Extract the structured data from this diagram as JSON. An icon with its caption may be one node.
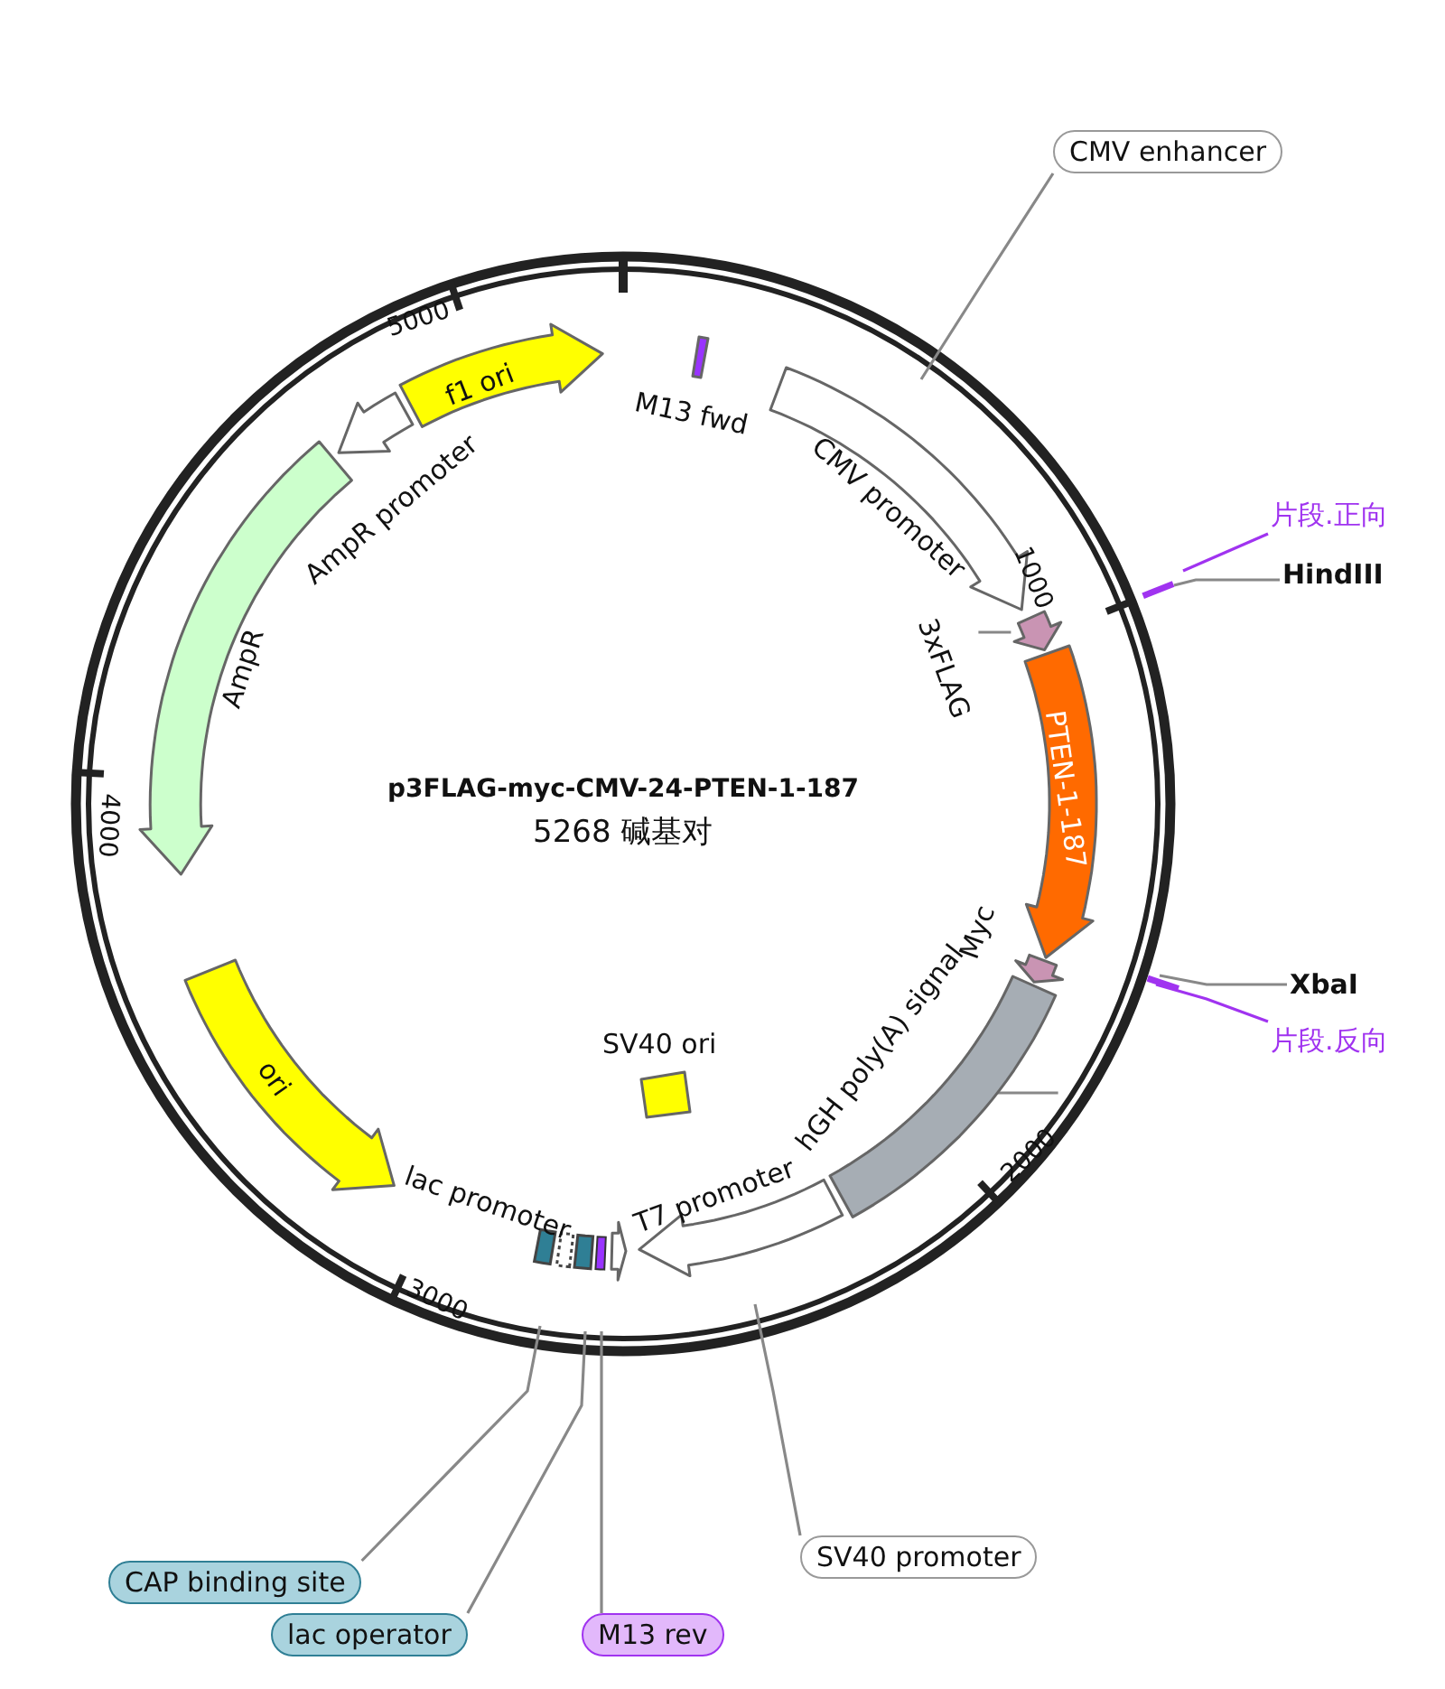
{
  "diagram": {
    "title": "p3FLAG-myc-CMV-24-PTEN-1-187",
    "nodes": [
      {
        "text": [
          "CMV enhancer"
        ]
      },
      {
        "text": [
          "M13 fwd"
        ]
      },
      {
        "text": [
          "CMV promoter"
        ]
      },
      {
        "text": [
          "3xFLAG"
        ]
      },
      {
        "text": [],
        "shape": "arrow"
      },
      {
        "text": [
          "PTEN-1-187"
        ]
      },
      {
        "text": [
          "Myc"
        ]
      },
      {
        "text": [
          "hGH poly(A) signal"
        ]
      },
      {
        "text": [],
        "shape": "bar"
      },
      {
        "text": [
          "片段.正向"
        ]
      },
      {
        "text": [
          "HindIII"
        ]
      },
      {
        "text": [
          "XbaI"
        ]
      },
      {
        "text": [
          "片段.反向"
        ]
      },
      {
        "text": [
          "T7 promoter"
        ]
      },
      {
        "text": [
          "lac promoter"
        ]
      },
      {
        "text": [
          "SV40 ori"
        ]
      },
      {
        "text": [
          "ori"
        ]
      },
      {
        "text": [
          "AmpR"
        ]
      },
      {
        "text": [
          "AmpR promoter"
        ]
      },
      {
        "text": [
          "f1 ori"
        ]
      },
      {
        "text": [
          "CAP binding site"
        ]
      },
      {
        "text": [
          "lac operator"
        ]
      },
      {
        "text": [
          "M13 rev"
        ]
      },
      {
        "text": [
          "SV40 promoter"
        ]
      }
    ],
    "edges": [
      {
        "from": 0,
        "to": null,
        "arrow": "none"
      },
      {
        "from": 3,
        "to": 4,
        "arrow": "none"
      },
      {
        "from": 7,
        "to": 8,
        "arrow": "none"
      },
      {
        "from": 9,
        "to": null,
        "arrow": "none",
        "color": "#a033f0"
      },
      {
        "from": 10,
        "to": null,
        "arrow": "none"
      },
      {
        "from": 11,
        "to": null,
        "arrow": "none"
      },
      {
        "from": 12,
        "to": null,
        "arrow": "none",
        "color": "#a033f0"
      },
      {
        "from": 20,
        "to": null,
        "arrow": "none"
      },
      {
        "from": 21,
        "to": null,
        "arrow": "none"
      },
      {
        "from": 22,
        "to": null,
        "arrow": "none"
      },
      {
        "from": 23,
        "to": null,
        "arrow": "none"
      }
    ],
    "labels": [
      "1000",
      "2000",
      "3000",
      "4000",
      "5000",
      "5268 碱基对"
    ]
  }
}
